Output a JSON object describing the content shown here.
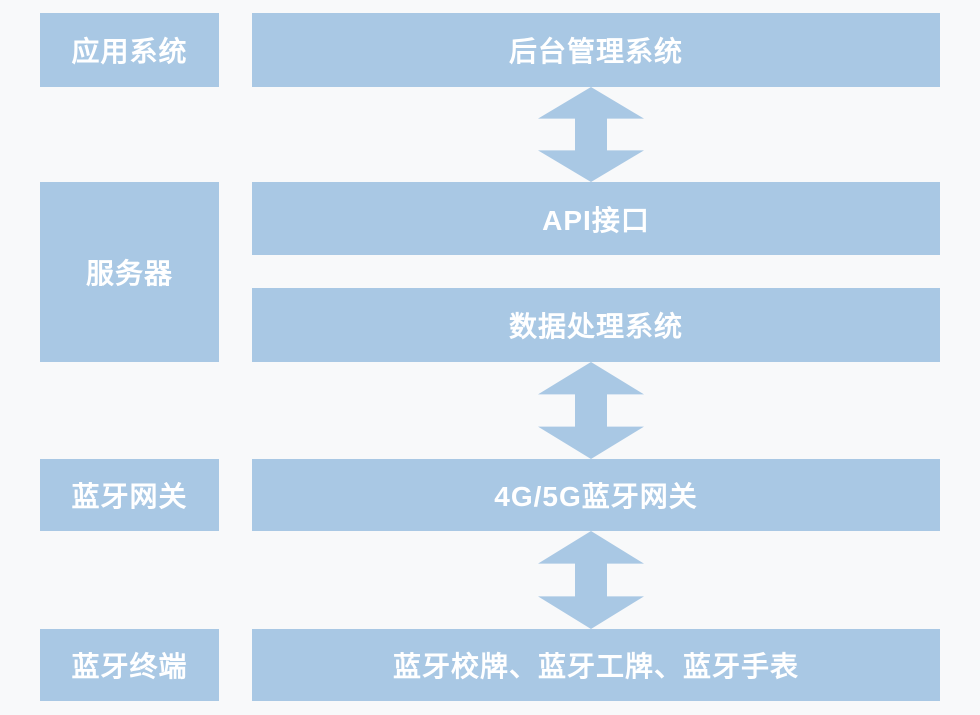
{
  "diagram": {
    "layers": [
      {
        "category": "应用系统",
        "items": [
          "后台管理系统"
        ]
      },
      {
        "category": "服务器",
        "items": [
          "API接口",
          "数据处理系统"
        ]
      },
      {
        "category": "蓝牙网关",
        "items": [
          "4G/5G蓝牙网关"
        ]
      },
      {
        "category": "蓝牙终端",
        "items": [
          "蓝牙校牌、蓝牙工牌、蓝牙手表"
        ]
      }
    ],
    "connections": [
      {
        "from": "后台管理系统",
        "to": "API接口",
        "type": "bidirectional"
      },
      {
        "from": "数据处理系统",
        "to": "4G/5G蓝牙网关",
        "type": "bidirectional"
      },
      {
        "from": "4G/5G蓝牙网关",
        "to": "蓝牙校牌、蓝牙工牌、蓝牙手表",
        "type": "bidirectional"
      }
    ],
    "colors": {
      "box_fill": "#a9c8e4",
      "arrow_fill": "#a9c8e4",
      "text": "#ffffff",
      "background": "#f8f9fa"
    }
  }
}
